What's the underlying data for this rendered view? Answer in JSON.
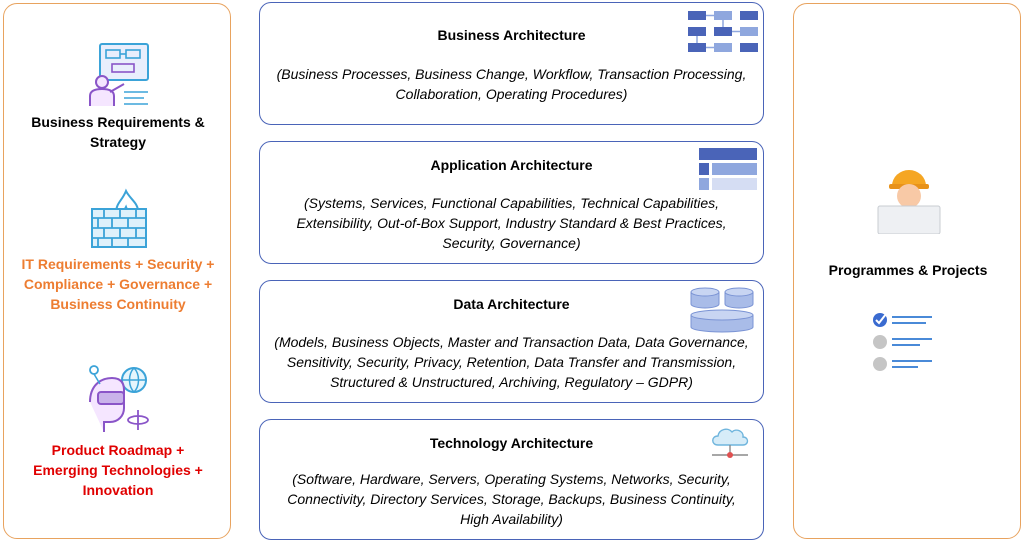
{
  "left": {
    "items": [
      {
        "label": "Business Requirements & Strategy",
        "color": "#000000",
        "icon": "presenter-board-icon"
      },
      {
        "label": "IT Requirements + Security + Compliance + Governance + Business Continuity",
        "color": "#ed7d31",
        "icon": "firewall-icon"
      },
      {
        "label": "Product Roadmap + Emerging Technologies + Innovation",
        "color": "#e00000",
        "icon": "vr-globe-icon"
      }
    ]
  },
  "center": {
    "boxes": [
      {
        "title": "Business Architecture",
        "desc": "(Business Processes, Business Change, Workflow, Transaction Processing, Collaboration, Operating Procedures)"
      },
      {
        "title": "Application  Architecture",
        "desc": "(Systems, Services, Functional Capabilities, Technical Capabilities, Extensibility, Out-of-Box Support, Industry Standard & Best Practices, Security, Governance)"
      },
      {
        "title": "Data Architecture",
        "desc": "(Models, Business Objects, Master and Transaction Data, Data Governance, Sensitivity, Security, Privacy, Retention, Data Transfer and Transmission, Structured & Unstructured, Archiving, Regulatory – GDPR)"
      },
      {
        "title": "Technology Architecture",
        "desc": "(Software, Hardware, Servers, Operating Systems, Networks, Security, Connectivity, Directory Services, Storage, Backups, Business Continuity, High Availability)"
      }
    ]
  },
  "right": {
    "label": "Programmes & Projects",
    "icons": [
      "engineer-icon",
      "checklist-icon"
    ]
  },
  "colors": {
    "panel_border": "#e8a35f",
    "box_border": "#4a64b8",
    "icon_blue": "#4a64b8",
    "icon_light_blue": "#8fa7de"
  }
}
